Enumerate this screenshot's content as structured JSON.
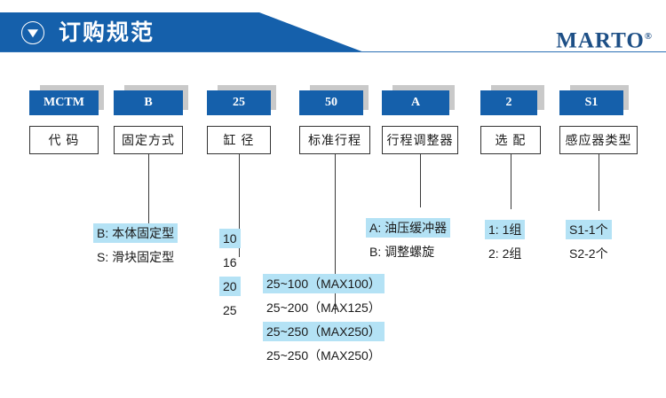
{
  "header": {
    "title": "订购规范",
    "icon": "circle-triangle-down-icon",
    "brand": "MARTO",
    "brand_mark": "®",
    "bar_color": "#1560ab",
    "rule_color": "#2a6fb5"
  },
  "theme": {
    "code_box_color": "#1560ab",
    "shadow_color": "#c9c9c9",
    "highlight_color": "#b4e2f5",
    "text_color": "#1a1a1a"
  },
  "columns": [
    {
      "id": "code",
      "code": "MCTM",
      "label": "代 码",
      "has_connector": false,
      "options": []
    },
    {
      "id": "mounting",
      "code": "B",
      "label": "固定方式",
      "has_connector": true,
      "options": [
        {
          "text": "B: 本体固定型",
          "selected": true
        },
        {
          "text": "S: 滑块固定型",
          "selected": false
        }
      ]
    },
    {
      "id": "bore",
      "code": "25",
      "label": "缸 径",
      "has_connector": true,
      "options": [
        {
          "text": "10",
          "selected": true
        },
        {
          "text": "16",
          "selected": false
        },
        {
          "text": "20",
          "selected": true
        },
        {
          "text": "25",
          "selected": false
        }
      ]
    },
    {
      "id": "stroke",
      "code": "50",
      "label": "标准行程",
      "has_connector": true,
      "options": [
        {
          "text": "25~100（MAX100）",
          "selected": true
        },
        {
          "text": "25~200（MAX125）",
          "selected": false
        },
        {
          "text": "25~250（MAX250）",
          "selected": true
        },
        {
          "text": "25~250（MAX250）",
          "selected": false
        }
      ]
    },
    {
      "id": "stroke-adjuster",
      "code": "A",
      "label": "行程调整器",
      "has_connector": true,
      "options": [
        {
          "text": "A: 油压缓冲器",
          "selected": true
        },
        {
          "text": "B: 调整螺旋",
          "selected": false
        }
      ]
    },
    {
      "id": "optional",
      "code": "2",
      "label": "选 配",
      "has_connector": true,
      "options": [
        {
          "text": "1: 1组",
          "selected": true
        },
        {
          "text": "2: 2组",
          "selected": false
        }
      ]
    },
    {
      "id": "sensor-type",
      "code": "S1",
      "label": "感应器类型",
      "has_connector": true,
      "options": [
        {
          "text": "S1-1个",
          "selected": true
        },
        {
          "text": "S2-2个",
          "selected": false
        }
      ]
    }
  ]
}
